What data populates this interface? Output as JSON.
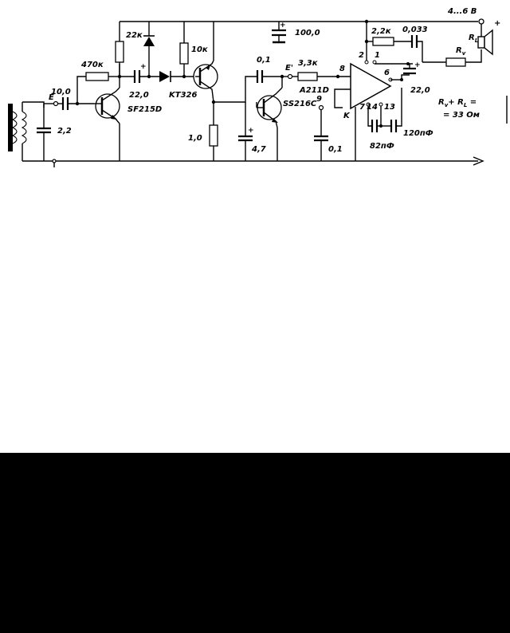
{
  "schematic": {
    "supply": "4...6 В",
    "plus": "+",
    "minus": "−",
    "input_label": "E",
    "input_label2": "E'",
    "capacitors": {
      "c_in": "10,0",
      "c_tank": "2,2",
      "c_couple": "22,0",
      "c_supply": "100,0",
      "c_mid": "0,1",
      "c_emit": "4,7",
      "c_pin9": "0,1",
      "c_fb": "0,033",
      "c_out": "22,0",
      "c_82": "82пФ",
      "c_120": "120пФ"
    },
    "resistors": {
      "r_470": "470к",
      "r_22": "22к",
      "r_10": "10к",
      "r_1": "1,0",
      "r_33": "3,3к",
      "r_fb": "2,2к",
      "r_v": "R",
      "r_v_sub": "v"
    },
    "transistors": {
      "q1": "SF215D",
      "q2": "KT326",
      "q3": "SS216C"
    },
    "ic": {
      "name": "A211D",
      "pin1": "1",
      "pin2": "2",
      "pin6": "6",
      "pin7": "7",
      "pin8": "8",
      "pin9": "9",
      "pin13": "13",
      "pin14": "14",
      "k": "K"
    },
    "speaker": {
      "label": "R",
      "sub": "L"
    },
    "formula_line1": "R",
    "formula_v": "v",
    "formula_plus": "+ R",
    "formula_l": "L",
    "formula_eq": " =",
    "formula_line2": "= 33 Ом"
  }
}
